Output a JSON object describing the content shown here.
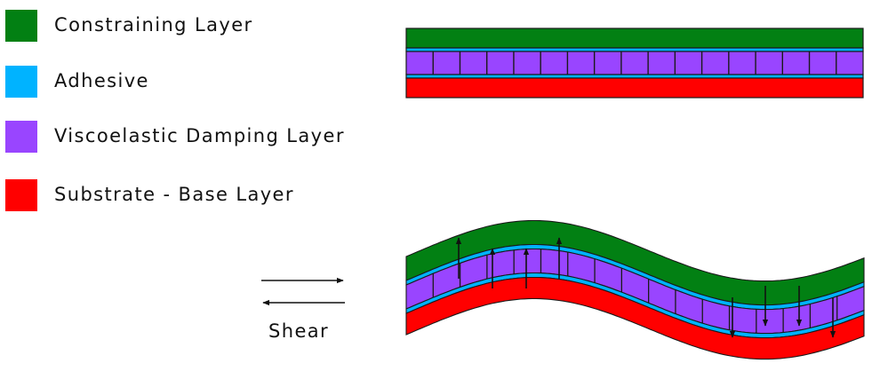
{
  "legend": {
    "items": [
      {
        "label": "Constraining Layer",
        "color": "#028013"
      },
      {
        "label": "Adhesive",
        "color": "#00b3ff"
      },
      {
        "label": "Viscoelastic Damping Layer",
        "color": "#9945ff"
      },
      {
        "label": "Substrate - Base Layer",
        "color": "#ff0000"
      }
    ]
  },
  "colors": {
    "constraining": "#028013",
    "adhesive": "#00b3ff",
    "damping": "#9945ff",
    "substrate": "#ff0000",
    "outline": "#1a1a1a",
    "arrow": "#111111"
  },
  "flat_laminate": {
    "damping_cell_count": 17
  },
  "bent_laminate": {
    "damping_cell_count": 17,
    "up_arrow_count": 4,
    "down_arrow_count": 4
  },
  "shear": {
    "label": "Shear"
  }
}
